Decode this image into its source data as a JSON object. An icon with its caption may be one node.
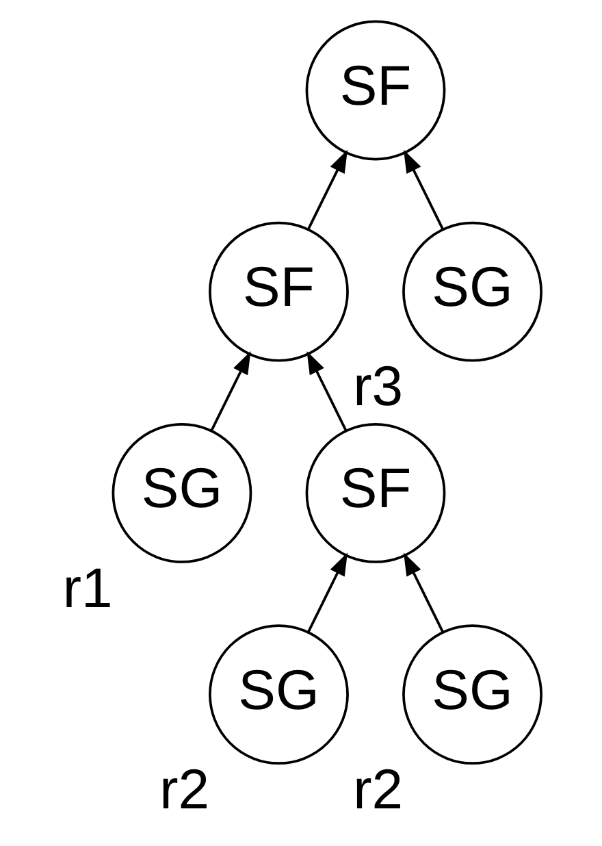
{
  "diagram": {
    "nodes": [
      {
        "text": [
          "SF"
        ]
      },
      {
        "text": [
          "SF"
        ]
      },
      {
        "text": [
          "SG"
        ],
        "beside": [
          "r3"
        ]
      },
      {
        "text": [
          "SG"
        ],
        "beside": [
          "r1"
        ]
      },
      {
        "text": [
          "SF"
        ]
      },
      {
        "text": [
          "SG"
        ],
        "beside": [
          "r2"
        ]
      },
      {
        "text": [
          "SG"
        ],
        "beside": [
          "r2"
        ]
      }
    ],
    "edges": [
      {
        "from": 1,
        "to": 0,
        "arrow": "to"
      },
      {
        "from": 2,
        "to": 0,
        "arrow": "to"
      },
      {
        "from": 3,
        "to": 1,
        "arrow": "to"
      },
      {
        "from": 4,
        "to": 1,
        "arrow": "to"
      },
      {
        "from": 5,
        "to": 4,
        "arrow": "to"
      },
      {
        "from": 6,
        "to": 4,
        "arrow": "to"
      }
    ]
  }
}
